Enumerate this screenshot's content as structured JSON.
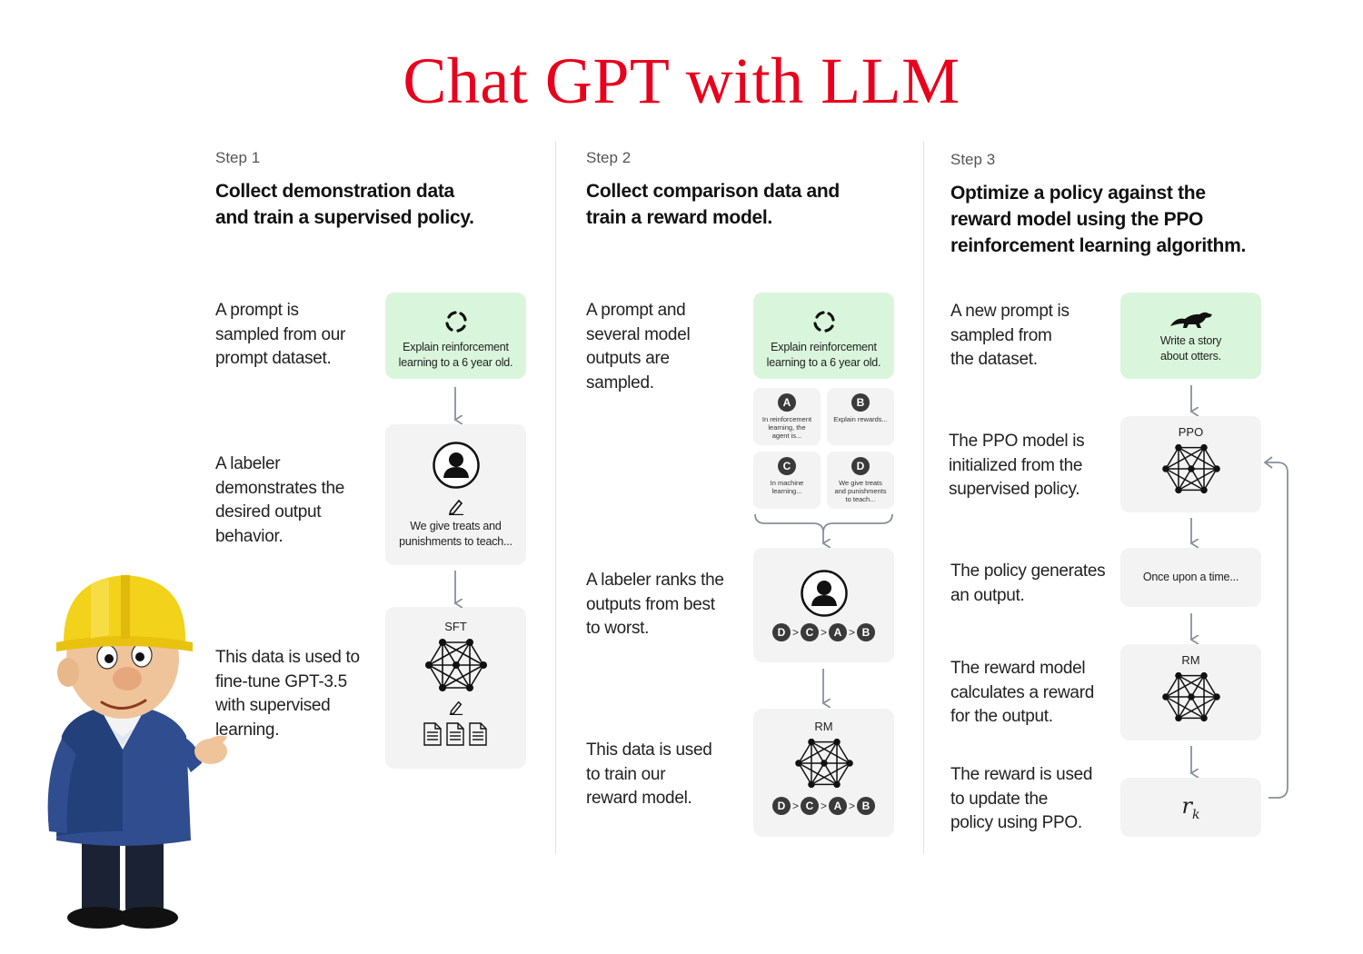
{
  "title": "Chat GPT with LLM",
  "colors": {
    "title": "#e8001c",
    "green_box": "#d9f6dc",
    "gray_box": "#f3f3f3",
    "arrow": "#8a8f9c"
  },
  "step1": {
    "label": "Step 1",
    "heading_1": "Collect demonstration data",
    "heading_2": "and train a supervised policy.",
    "desc1": [
      "A prompt is",
      "sampled from our",
      "prompt dataset."
    ],
    "desc2": [
      "A labeler",
      "demonstrates the",
      "desired output",
      "behavior."
    ],
    "desc3": [
      "This data is used to",
      "fine-tune GPT-3.5",
      "with supervised",
      "learning."
    ],
    "prompt_box": [
      "Explain reinforcement",
      "learning to a 6 year old."
    ],
    "labeler_box": [
      "We give treats and",
      "punishments to teach..."
    ],
    "sft_label": "SFT",
    "icons": [
      "refresh-icon",
      "person-icon",
      "pencil-icon",
      "neural-network-icon",
      "document-icon"
    ]
  },
  "step2": {
    "label": "Step 2",
    "heading_1": "Collect comparison data and",
    "heading_2": "train a reward model.",
    "desc1": [
      "A prompt and",
      "several model",
      "outputs are",
      "sampled."
    ],
    "desc2": [
      "A labeler ranks the",
      "outputs from best",
      "to worst."
    ],
    "desc3": [
      "This data is used",
      "to train our",
      "reward model."
    ],
    "prompt_box": [
      "Explain reinforcement",
      "learning to a 6 year old."
    ],
    "outputs": [
      {
        "letter": "A",
        "text": "In reinforcement learning, the agent is..."
      },
      {
        "letter": "B",
        "text": "Explain rewards..."
      },
      {
        "letter": "C",
        "text": "In machine learning..."
      },
      {
        "letter": "D",
        "text": "We give treats and punishments to teach..."
      }
    ],
    "ranking": [
      "D",
      ">",
      "C",
      ">",
      "A",
      ">",
      "B"
    ],
    "rm_label": "RM"
  },
  "step3": {
    "label": "Step 3",
    "heading_1": "Optimize a policy against the",
    "heading_2": "reward model using the PPO",
    "heading_3": "reinforcement learning algorithm.",
    "desc1": [
      "A new prompt is",
      "sampled from",
      "the dataset."
    ],
    "desc2": [
      "The PPO model is",
      "initialized from the",
      "supervised policy."
    ],
    "desc3": [
      "The policy generates",
      "an output."
    ],
    "desc4": [
      "The reward model",
      "calculates a reward",
      "for the output."
    ],
    "desc5": [
      "The reward is used",
      "to update the",
      "policy using PPO."
    ],
    "prompt_box": [
      "Write a story",
      "about otters."
    ],
    "ppo_label": "PPO",
    "output_text": "Once upon a time...",
    "rm_label": "RM",
    "reward_symbol": "r",
    "reward_sub": "k",
    "icons": [
      "otter-icon",
      "neural-network-icon",
      "loop-arrow-icon"
    ]
  },
  "decoration": {
    "character": "construction-worker-illustration"
  }
}
